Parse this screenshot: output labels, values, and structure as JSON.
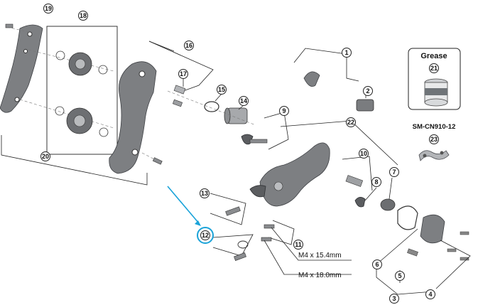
{
  "callouts": [
    "19",
    "18",
    "16",
    "17",
    "15",
    "14",
    "1",
    "2",
    "9",
    "22",
    "10",
    "8",
    "7",
    "20",
    "13",
    "12",
    "11",
    "6",
    "5",
    "3",
    "4",
    "21",
    "23"
  ],
  "specs": {
    "m4_154": "M4 x 15.4mm",
    "m4_180": "M4 x 18.0mm"
  },
  "grease": {
    "title": "Grease"
  },
  "chain": {
    "model": "SM-CN910-12"
  },
  "colors": {
    "highlight": "#1aa3d9",
    "line": "#222222",
    "part": "#7d7f82"
  }
}
